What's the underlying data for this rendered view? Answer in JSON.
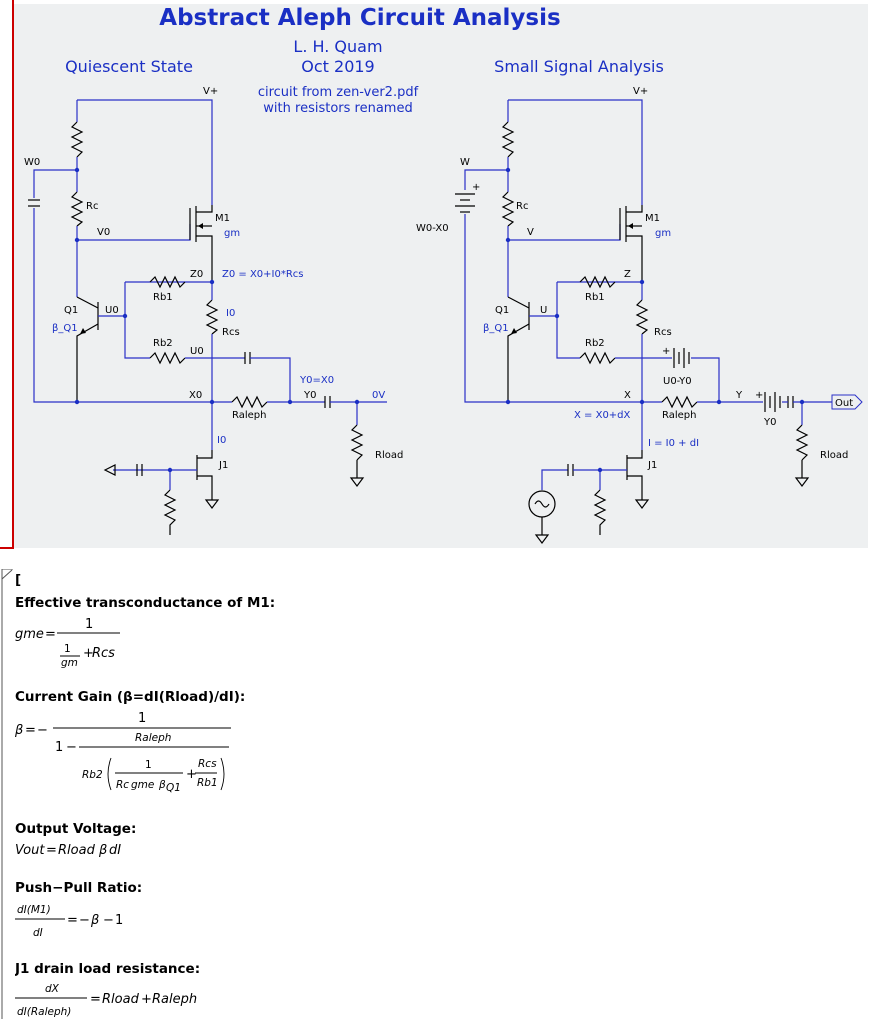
{
  "header": {
    "title": "Abstract Aleph Circuit Analysis",
    "author": "L. H. Quam",
    "date": "Oct 2019",
    "left_heading": "Quiescent State",
    "right_heading": "Small Signal Analysis",
    "note_line1": "circuit from zen-ver2.pdf",
    "note_line2": "with resistors renamed"
  },
  "colors": {
    "wire": "#2a30c8",
    "text_blue": "#1a2fc4",
    "panel_bg": "#eef0f1",
    "cell_bracket": "#cc0000"
  },
  "left_circuit": {
    "vplus": "V+",
    "w0": "W0",
    "rc": "Rc",
    "v0": "V0",
    "m1": "M1",
    "gm": "gm",
    "z0": "Z0",
    "z0_eq": "Z0 = X0+I0*Rcs",
    "rb1": "Rb1",
    "q1": "Q1",
    "beta_q1": "β_Q1",
    "u0": "U0",
    "i0": "I0",
    "rcs": "Rcs",
    "rb2": "Rb2",
    "u0b": "U0",
    "y0eq": "Y0=X0",
    "y0": "Y0",
    "ov": "0V",
    "x0": "X0",
    "raleph": "Raleph",
    "i0b": "I0",
    "j1": "J1",
    "rload": "Rload"
  },
  "right_circuit": {
    "vplus": "V+",
    "w": "W",
    "rc": "Rc",
    "w0x0": "W0-X0",
    "v": "V",
    "m1": "M1",
    "gm": "gm",
    "z": "Z",
    "rb1": "Rb1",
    "q1": "Q1",
    "beta_q1": "β_Q1",
    "u": "U",
    "rcs": "Rcs",
    "rb2": "Rb2",
    "u0y0": "U0-Y0",
    "x": "X",
    "y": "Y",
    "y0": "Y0",
    "xeq": "X = X0+dX",
    "raleph": "Raleph",
    "ieq": "I = I0 + dI",
    "j1": "J1",
    "rload": "Rload",
    "out": "Out",
    "plus": "+"
  },
  "math": {
    "open_bracket": "[",
    "sec1_title": "Effective transconductance of M1:",
    "gme": "gme",
    "one": "1",
    "gm": "gm",
    "rcs": "Rcs",
    "sec2_title": "Current Gain (β=dI(Rload)/dI):",
    "beta": "β",
    "raleph": "Raleph",
    "rb2": "Rb2",
    "rc": "Rc",
    "beta_q1_base": "β",
    "q1_sub": "Q1",
    "rb1": "Rb1",
    "sec3_title": "Output Voltage:",
    "vout": "Vout",
    "rload": "Rload",
    "di": "dI",
    "sec4_title": "Push−Pull Ratio:",
    "di_m1_num": "dI(M1)",
    "sec5_title": "J1 drain load resistance:",
    "dx": "dX",
    "di_raleph": "dI(Raleph)",
    "eq": "=",
    "minus": "−",
    "plus": "+"
  }
}
